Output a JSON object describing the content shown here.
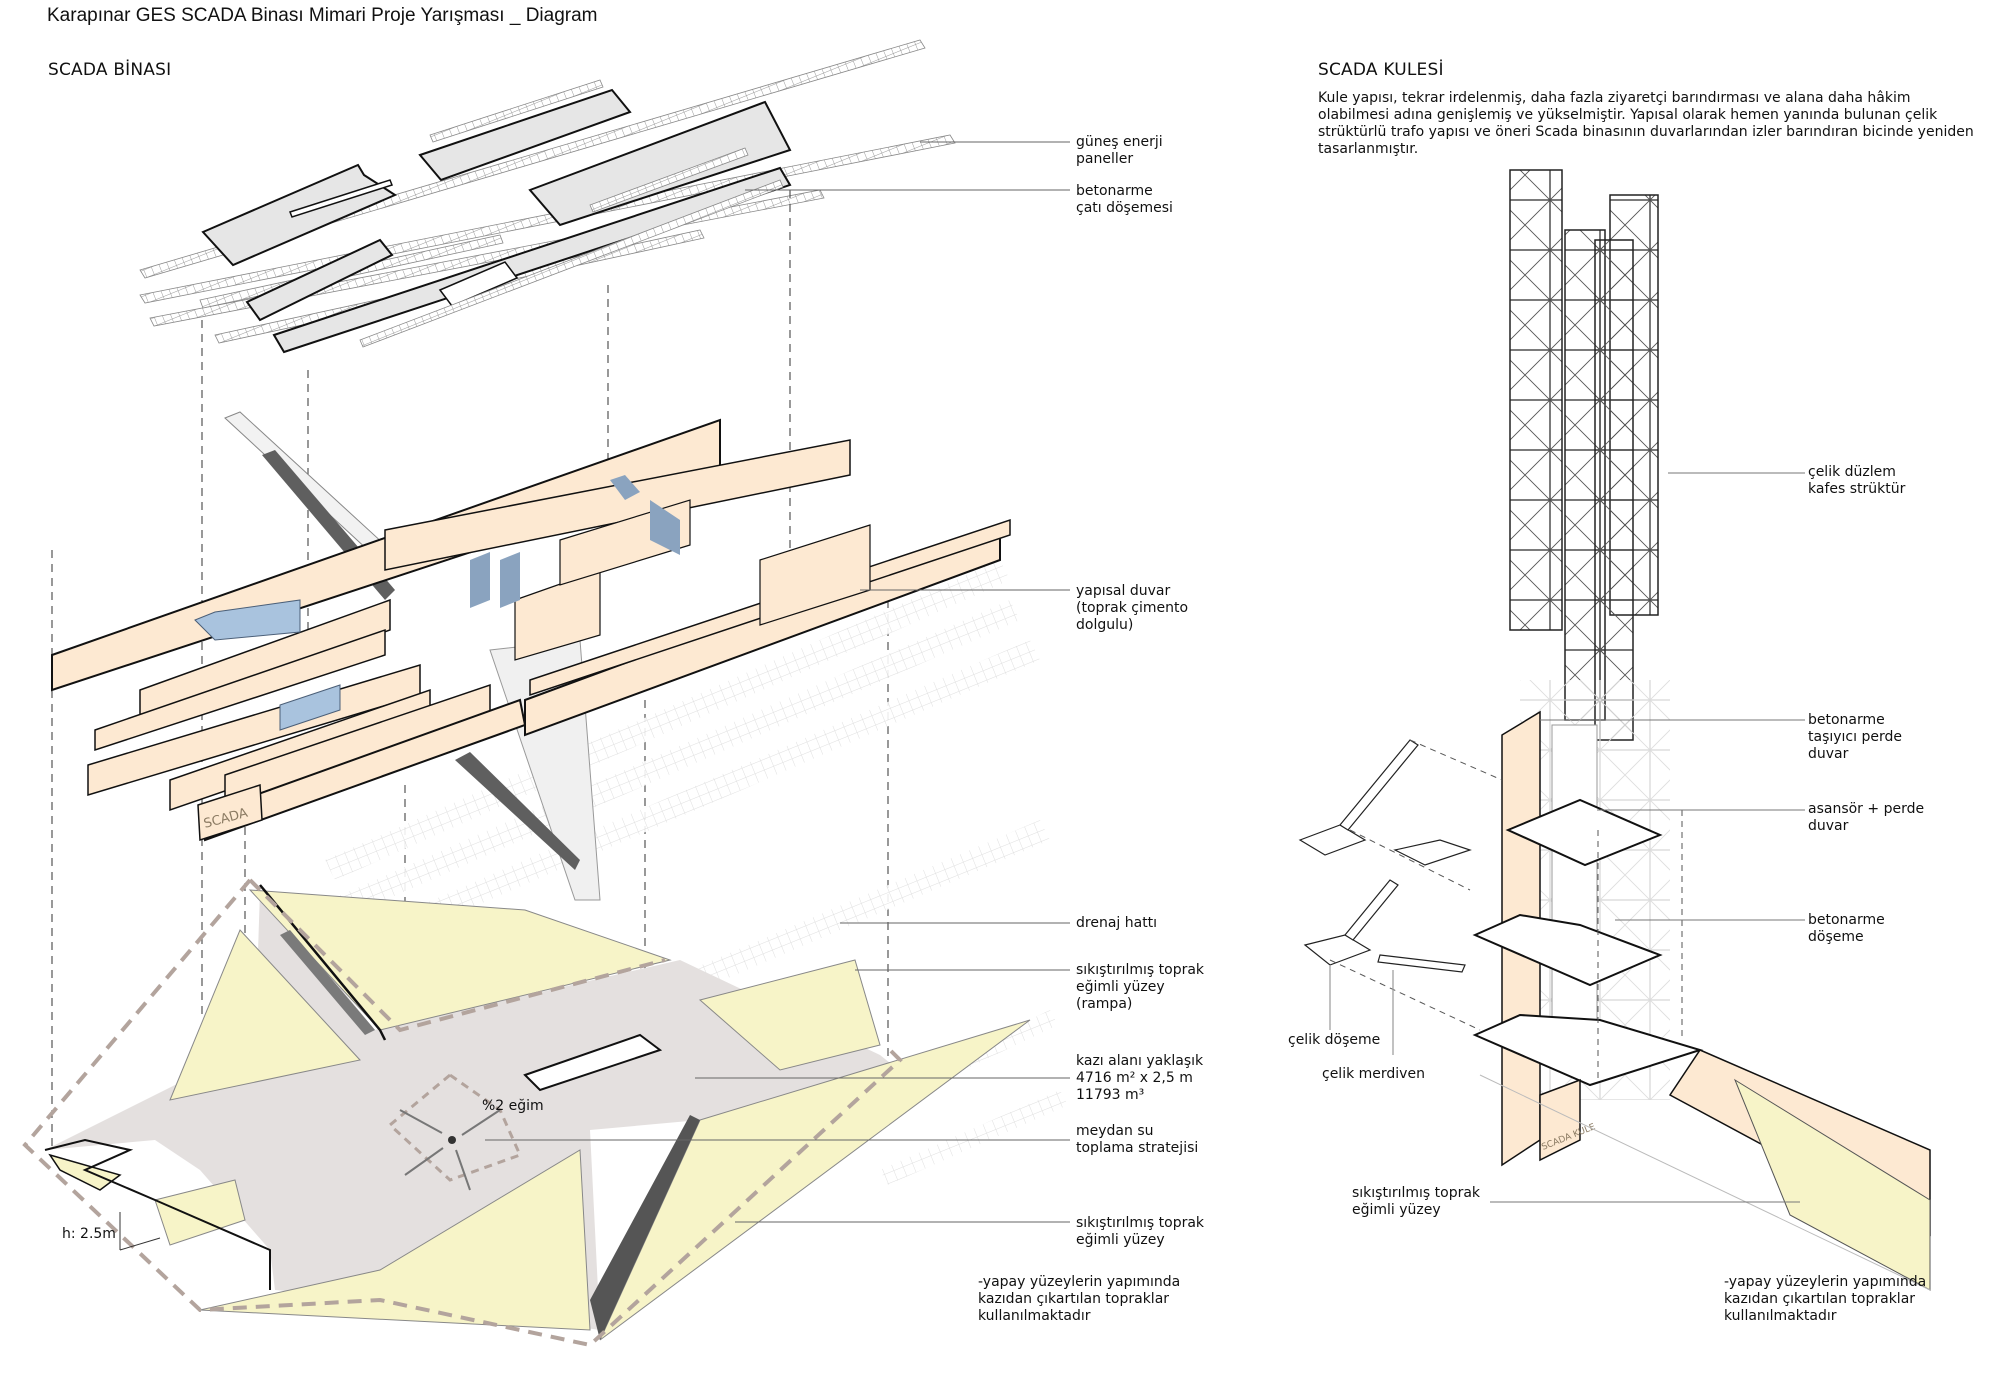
{
  "header": {
    "title": "Karapınar GES SCADA Binası Mimari Proje Yarışması  _  Diagram"
  },
  "left_section": {
    "title": "SCADA BİNASI",
    "wall_sign": "SCADA",
    "height_marker": "h: 2.5m",
    "slope_marker": "%2 eğim",
    "callouts": [
      {
        "id": "solar",
        "text": "güneş enerji\npaneller"
      },
      {
        "id": "roof",
        "text": "betonarme\nçatı döşemesi"
      },
      {
        "id": "wall",
        "text": "yapısal duvar\n(toprak çimento\ndolgulu)"
      },
      {
        "id": "drain",
        "text": "drenaj hattı"
      },
      {
        "id": "ramp",
        "text": "sıkıştırılmış toprak\neğimli yüzey\n(rampa)"
      },
      {
        "id": "excavation",
        "text": "kazı alanı  yaklaşık\n4716 m² x 2,5 m\n11793 m³"
      },
      {
        "id": "water",
        "text": "meydan su\ntoplama stratejisi"
      },
      {
        "id": "slope",
        "text": "sıkıştırılmış toprak\neğimli yüzey"
      },
      {
        "id": "note",
        "text": "-yapay yüzeylerin yapımında\nkazıdan çıkartılan topraklar\nkullanılmaktadır"
      }
    ]
  },
  "right_section": {
    "title": "SCADA KULESİ",
    "description": "Kule yapısı, tekrar irdelenmiş, daha fazla ziyaretçi barındırması ve alana daha hâkim olabilmesi adına genişlemiş ve yükselmiştir. Yapısal olarak hemen yanında bulunan çelik strüktürlü trafo yapısı ve öneri Scada binasının duvarlarından izler barındıran bicinde yeniden tasarlanmıştır.",
    "wall_sign": "SCADA KULE",
    "callouts": [
      {
        "id": "truss",
        "text": "çelik düzlem\nkafes strüktür"
      },
      {
        "id": "shear-wall",
        "text": "betonarme\ntaşıyıcı perde\nduvar"
      },
      {
        "id": "elevator",
        "text": "asansör + perde\nduvar"
      },
      {
        "id": "slab",
        "text": "betonarme\ndöşeme"
      },
      {
        "id": "steel-floor",
        "text": "çelik döşeme"
      },
      {
        "id": "steel-stair",
        "text": "çelik merdiven"
      },
      {
        "id": "slope",
        "text": "sıkıştırılmış toprak\neğimli yüzey"
      },
      {
        "id": "note",
        "text": "-yapay yüzeylerin yapımında\nkazıdan çıkartılan topraklar\nkullanılmaktadır"
      }
    ]
  },
  "colors": {
    "wall": "#fde9d2",
    "wall_shadow": "#9aa0a6",
    "blue_partition": "#a9c3de",
    "roof": "#e6e6e6",
    "plaza": "#e4e0df",
    "earth_slope": "#f7f4c8",
    "dashed_boundary": "#b3a49d",
    "line": "#111111"
  }
}
